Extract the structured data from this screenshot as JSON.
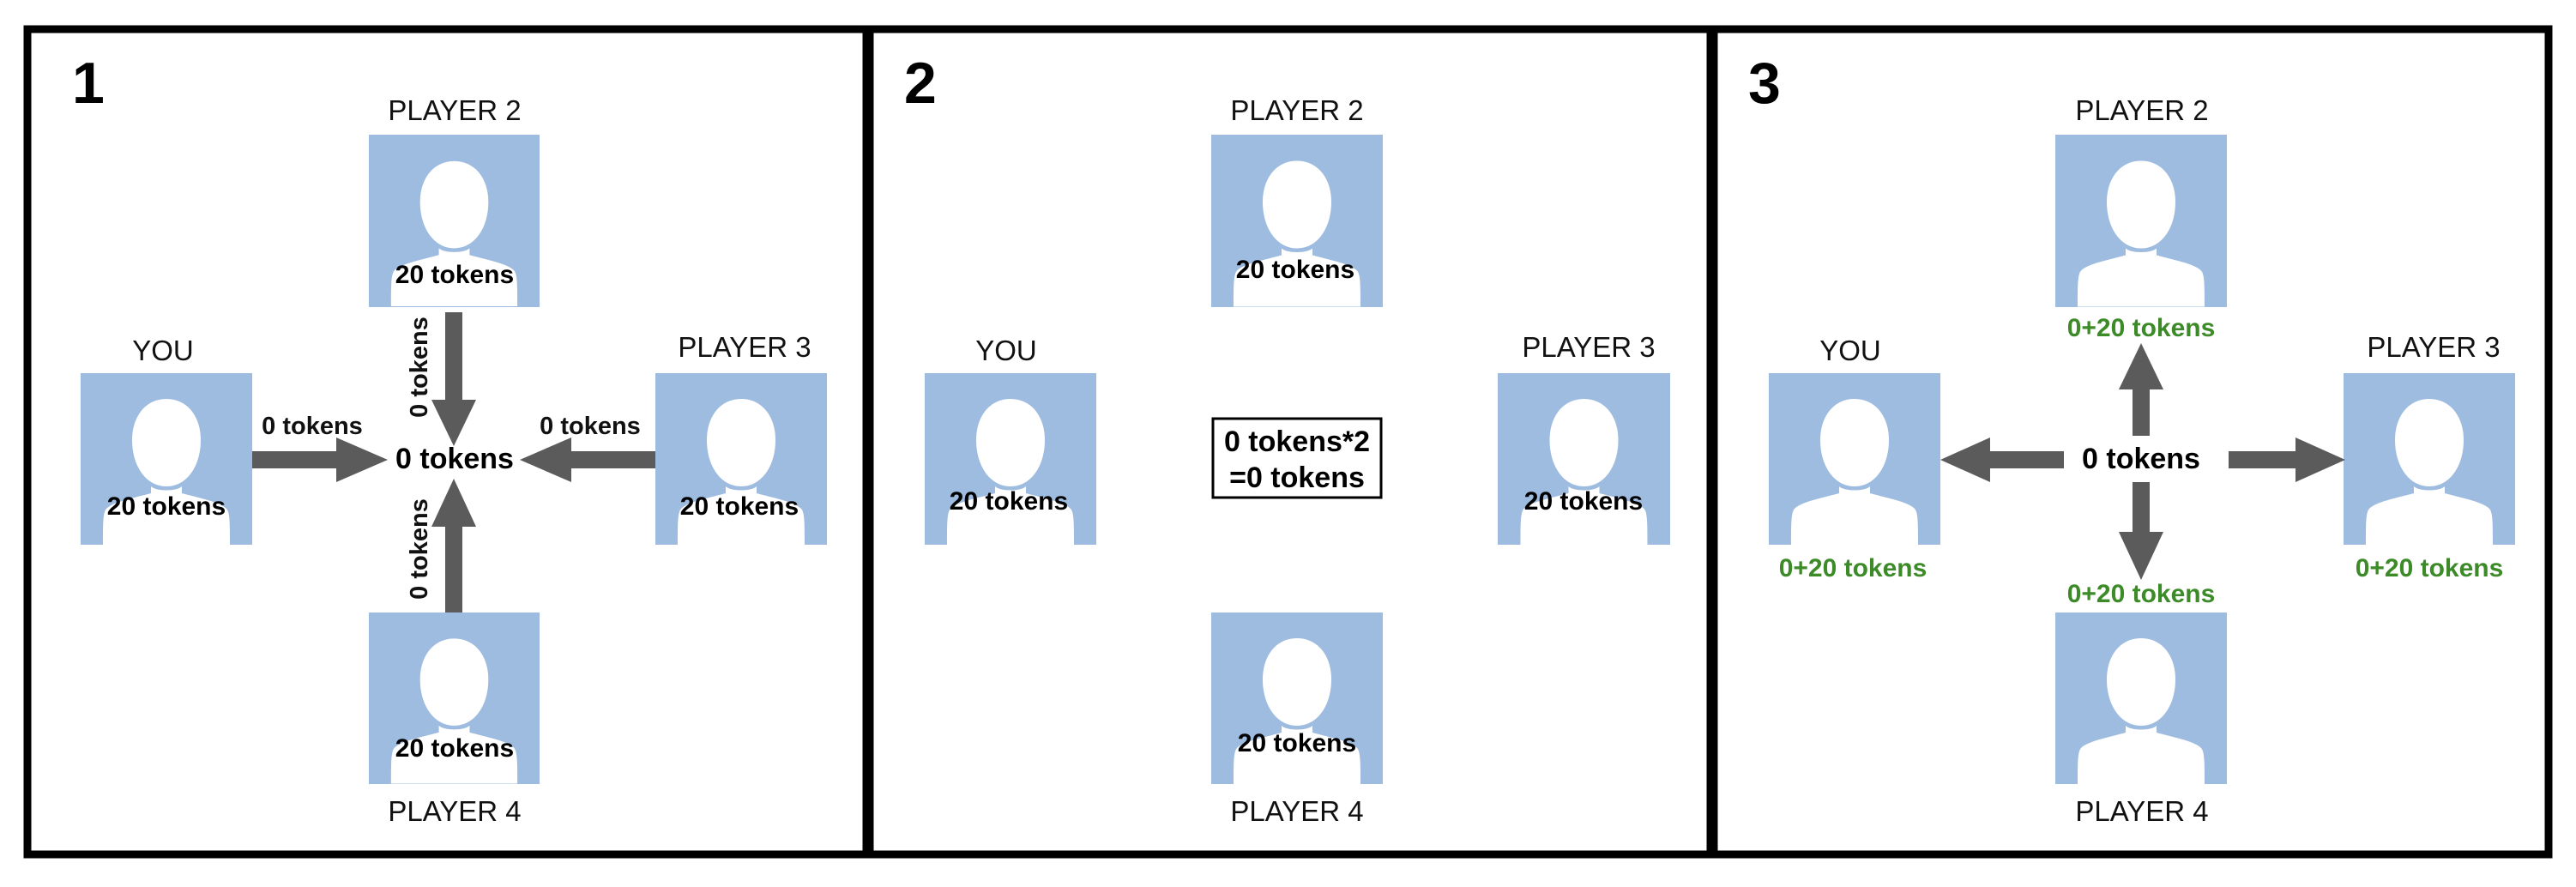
{
  "colors": {
    "avatar_bg": "#9ebbe0",
    "arrow": "#5b5b5b",
    "green_text": "#3c8a28",
    "border": "#000000"
  },
  "panels": [
    {
      "number": "1",
      "players": {
        "you": "YOU",
        "p2": "PLAYER 2",
        "p3": "PLAYER 3",
        "p4": "PLAYER 4"
      },
      "tokens": {
        "you": "20 tokens",
        "p2": "20 tokens",
        "p3": "20 tokens",
        "p4": "20 tokens"
      },
      "contributions": {
        "you": "0 tokens",
        "p2": "0 tokens",
        "p3": "0 tokens",
        "p4": "0 tokens"
      },
      "pot": "0 tokens"
    },
    {
      "number": "2",
      "players": {
        "you": "YOU",
        "p2": "PLAYER 2",
        "p3": "PLAYER 3",
        "p4": "PLAYER 4"
      },
      "tokens": {
        "you": "20 tokens",
        "p2": "20 tokens",
        "p3": "20 tokens",
        "p4": "20 tokens"
      },
      "calculation": {
        "line1": "0 tokens*2",
        "line2": "=0 tokens"
      }
    },
    {
      "number": "3",
      "players": {
        "you": "YOU",
        "p2": "PLAYER 2",
        "p3": "PLAYER 3",
        "p4": "PLAYER 4"
      },
      "payouts": {
        "you": "0+20 tokens",
        "p2": "0+20 tokens",
        "p3": "0+20 tokens",
        "p4": "0+20 tokens"
      },
      "pot": "0 tokens"
    }
  ]
}
